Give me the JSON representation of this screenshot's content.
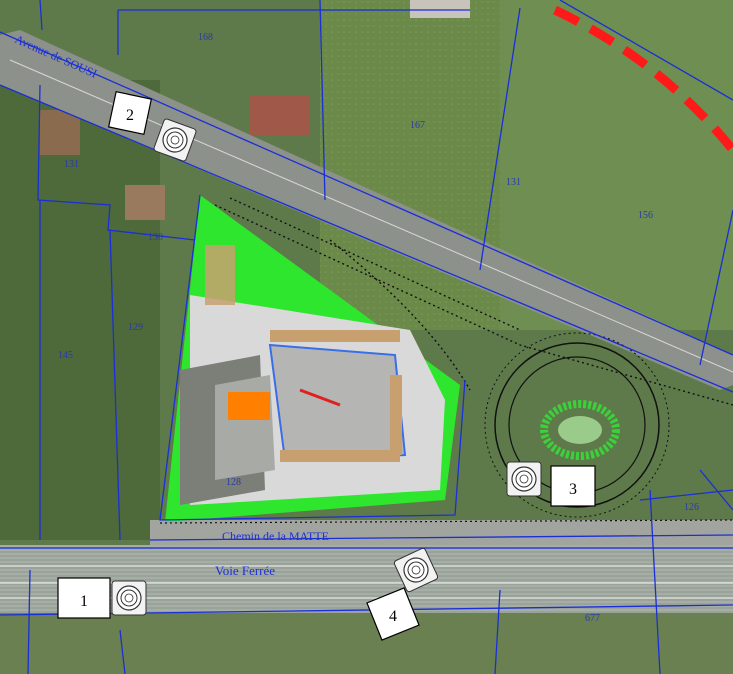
{
  "streets": {
    "avenue": "Avenue de SOUSI",
    "chemin": "Chemin de la MATTE",
    "voie": "Voie Ferrée"
  },
  "parcels": {
    "p168": "168",
    "p167": "167",
    "p131a": "131",
    "p131b": "131",
    "p156": "156",
    "p130": "130",
    "p129": "129",
    "p145": "145",
    "p128": "128",
    "p126": "126",
    "p677": "677"
  },
  "viewpoints": {
    "v1": "1",
    "v2": "2",
    "v3": "3",
    "v4": "4"
  },
  "colors": {
    "parcel_line": "#1a2fd6",
    "boundary_dashed": "#ff1a1a",
    "site_green": "#2ee62e",
    "building_orange": "#ff7f00"
  },
  "icons": [
    "camera-icon"
  ]
}
